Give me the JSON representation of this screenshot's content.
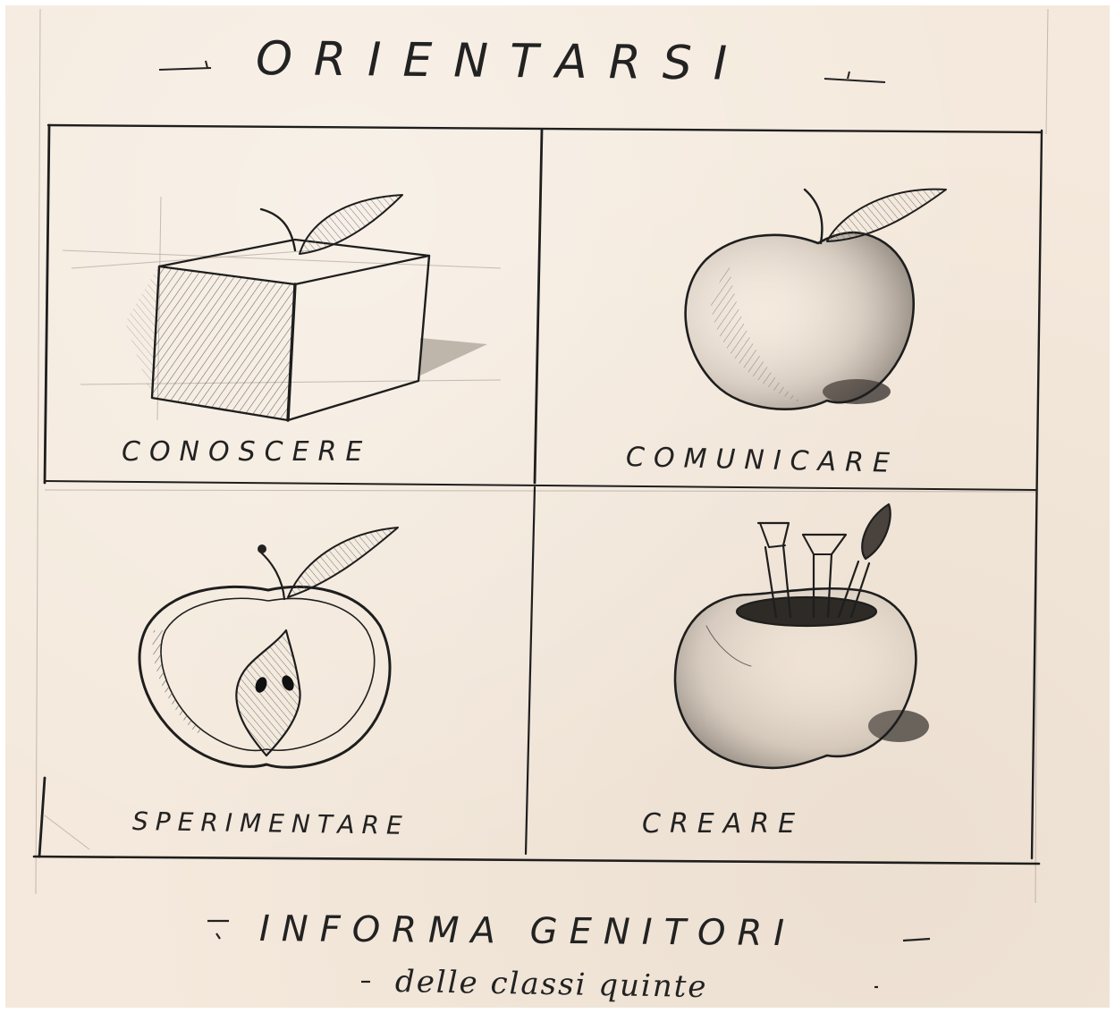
{
  "title": "ORIENTARSI",
  "panels": [
    {
      "label": "CONOSCERE",
      "icon": "apple-cube-icon"
    },
    {
      "label": "COMUNICARE",
      "icon": "apple-icon"
    },
    {
      "label": "SPERIMENTARE",
      "icon": "apple-half-icon"
    },
    {
      "label": "CREARE",
      "icon": "apple-brushes-icon"
    }
  ],
  "subtitle": "INFORMA GENITORI",
  "note": "delle classi quinte",
  "colors": {
    "paper": "#f4e9dc",
    "pencil": "#222222"
  }
}
